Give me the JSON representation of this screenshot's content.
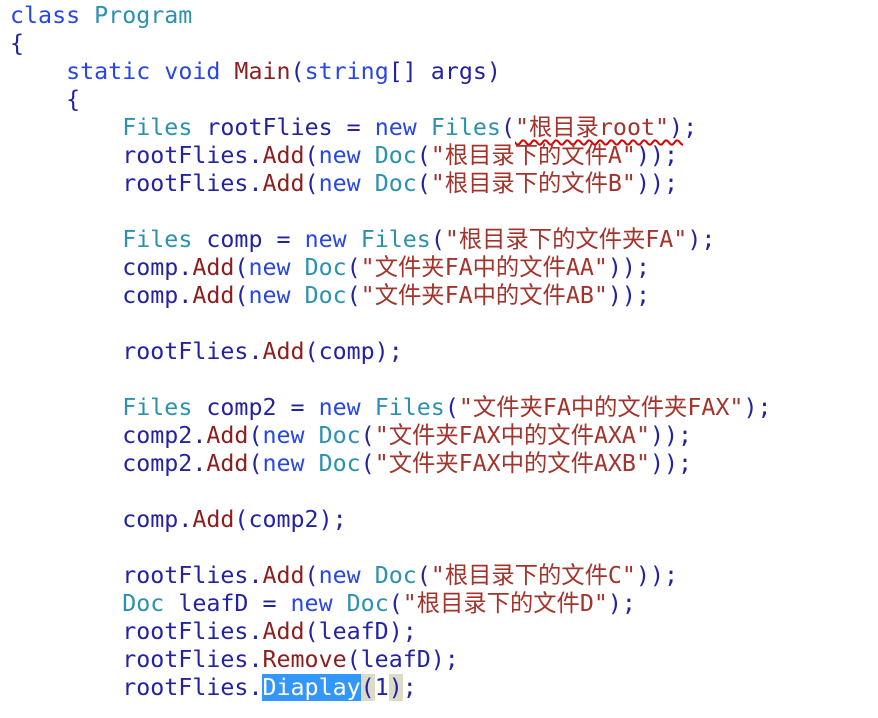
{
  "editor": {
    "background_color": "#ffffff",
    "selection_background_color": "#3296fa",
    "selection_text_color": "#ffffff",
    "brace_match_background_color": "#dbdbc8",
    "error_squiggle_color": "#e00000",
    "token_colors": {
      "keyword": "#2846e6",
      "type": "#2b91af",
      "method": "#8c1e1e",
      "string": "#a3342c",
      "identifier": "#2323a0"
    },
    "selected_text": "Diaplay",
    "squiggled_text": "\"根目录root\")",
    "lines": [
      {
        "tokens": [
          [
            "kw",
            "class "
          ],
          [
            "ty",
            "Program"
          ]
        ]
      },
      {
        "tokens": [
          [
            "id",
            "{"
          ]
        ]
      },
      {
        "tokens": [
          [
            "id",
            "    "
          ],
          [
            "kw",
            "static void "
          ],
          [
            "me",
            "Main"
          ],
          [
            "id",
            "("
          ],
          [
            "kw",
            "string"
          ],
          [
            "id",
            "[] args)"
          ]
        ]
      },
      {
        "tokens": [
          [
            "id",
            "    {"
          ]
        ]
      },
      {
        "tokens": [
          [
            "id",
            "        "
          ],
          [
            "ty",
            "Files"
          ],
          [
            "id",
            " rootFlies = "
          ],
          [
            "kw",
            "new "
          ],
          [
            "ty",
            "Files"
          ],
          [
            "id",
            "("
          ],
          [
            "st sq",
            "\"根目录root\""
          ],
          [
            "id sq",
            ")"
          ],
          [
            "id",
            ";"
          ]
        ]
      },
      {
        "tokens": [
          [
            "id",
            "        rootFlies."
          ],
          [
            "me",
            "Add"
          ],
          [
            "id",
            "("
          ],
          [
            "kw",
            "new "
          ],
          [
            "ty",
            "Doc"
          ],
          [
            "id",
            "("
          ],
          [
            "st",
            "\"根目录下的文件A\""
          ],
          [
            "id",
            "));"
          ]
        ]
      },
      {
        "tokens": [
          [
            "id",
            "        rootFlies."
          ],
          [
            "me",
            "Add"
          ],
          [
            "id",
            "("
          ],
          [
            "kw",
            "new "
          ],
          [
            "ty",
            "Doc"
          ],
          [
            "id",
            "("
          ],
          [
            "st",
            "\"根目录下的文件B\""
          ],
          [
            "id",
            "));"
          ]
        ]
      },
      {
        "tokens": []
      },
      {
        "tokens": [
          [
            "id",
            "        "
          ],
          [
            "ty",
            "Files"
          ],
          [
            "id",
            " comp = "
          ],
          [
            "kw",
            "new "
          ],
          [
            "ty",
            "Files"
          ],
          [
            "id",
            "("
          ],
          [
            "st",
            "\"根目录下的文件夹FA\""
          ],
          [
            "id",
            ");"
          ]
        ]
      },
      {
        "tokens": [
          [
            "id",
            "        comp."
          ],
          [
            "me",
            "Add"
          ],
          [
            "id",
            "("
          ],
          [
            "kw",
            "new "
          ],
          [
            "ty",
            "Doc"
          ],
          [
            "id",
            "("
          ],
          [
            "st",
            "\"文件夹FA中的文件AA\""
          ],
          [
            "id",
            "));"
          ]
        ]
      },
      {
        "tokens": [
          [
            "id",
            "        comp."
          ],
          [
            "me",
            "Add"
          ],
          [
            "id",
            "("
          ],
          [
            "kw",
            "new "
          ],
          [
            "ty",
            "Doc"
          ],
          [
            "id",
            "("
          ],
          [
            "st",
            "\"文件夹FA中的文件AB\""
          ],
          [
            "id",
            "));"
          ]
        ]
      },
      {
        "tokens": []
      },
      {
        "tokens": [
          [
            "id",
            "        rootFlies."
          ],
          [
            "me",
            "Add"
          ],
          [
            "id",
            "(comp);"
          ]
        ]
      },
      {
        "tokens": []
      },
      {
        "tokens": [
          [
            "id",
            "        "
          ],
          [
            "ty",
            "Files"
          ],
          [
            "id",
            " comp2 = "
          ],
          [
            "kw",
            "new "
          ],
          [
            "ty",
            "Files"
          ],
          [
            "id",
            "("
          ],
          [
            "st",
            "\"文件夹FA中的文件夹FAX\""
          ],
          [
            "id",
            ");"
          ]
        ]
      },
      {
        "tokens": [
          [
            "id",
            "        comp2."
          ],
          [
            "me",
            "Add"
          ],
          [
            "id",
            "("
          ],
          [
            "kw",
            "new "
          ],
          [
            "ty",
            "Doc"
          ],
          [
            "id",
            "("
          ],
          [
            "st",
            "\"文件夹FAX中的文件AXA\""
          ],
          [
            "id",
            "));"
          ]
        ]
      },
      {
        "tokens": [
          [
            "id",
            "        comp2."
          ],
          [
            "me",
            "Add"
          ],
          [
            "id",
            "("
          ],
          [
            "kw",
            "new "
          ],
          [
            "ty",
            "Doc"
          ],
          [
            "id",
            "("
          ],
          [
            "st",
            "\"文件夹FAX中的文件AXB\""
          ],
          [
            "id",
            "));"
          ]
        ]
      },
      {
        "tokens": []
      },
      {
        "tokens": [
          [
            "id",
            "        comp."
          ],
          [
            "me",
            "Add"
          ],
          [
            "id",
            "(comp2);"
          ]
        ]
      },
      {
        "tokens": []
      },
      {
        "tokens": [
          [
            "id",
            "        rootFlies."
          ],
          [
            "me",
            "Add"
          ],
          [
            "id",
            "("
          ],
          [
            "kw",
            "new "
          ],
          [
            "ty",
            "Doc"
          ],
          [
            "id",
            "("
          ],
          [
            "st",
            "\"根目录下的文件C\""
          ],
          [
            "id",
            "));"
          ]
        ]
      },
      {
        "tokens": [
          [
            "id",
            "        "
          ],
          [
            "ty",
            "Doc"
          ],
          [
            "id",
            " leafD = "
          ],
          [
            "kw",
            "new "
          ],
          [
            "ty",
            "Doc"
          ],
          [
            "id",
            "("
          ],
          [
            "st",
            "\"根目录下的文件D\""
          ],
          [
            "id",
            ");"
          ]
        ]
      },
      {
        "tokens": [
          [
            "id",
            "        rootFlies."
          ],
          [
            "me",
            "Add"
          ],
          [
            "id",
            "(leafD);"
          ]
        ]
      },
      {
        "tokens": [
          [
            "id",
            "        rootFlies."
          ],
          [
            "me",
            "Remove"
          ],
          [
            "id",
            "(leafD);"
          ]
        ]
      },
      {
        "tokens": [
          [
            "id",
            "        rootFlies."
          ],
          [
            "me sel",
            "Diaplay"
          ],
          [
            "id ph",
            "("
          ],
          [
            "id",
            "1"
          ],
          [
            "id ph",
            ")"
          ],
          [
            "id",
            ";"
          ]
        ]
      }
    ]
  }
}
